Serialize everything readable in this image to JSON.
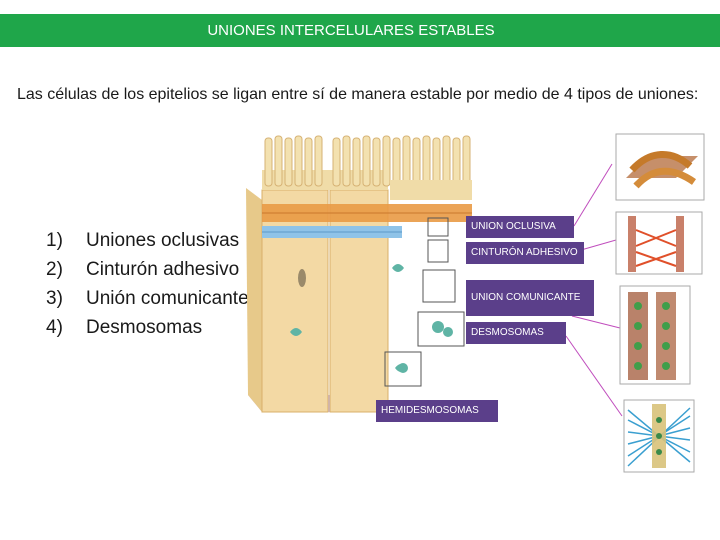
{
  "header": {
    "title": "UNIONES INTERCELULARES ESTABLES"
  },
  "intro": {
    "text": "Las células de los epitelios se ligan entre sí de manera estable por medio de 4 tipos de uniones:"
  },
  "list": {
    "items": [
      {
        "num": "1)",
        "label": "Uniones oclusivas"
      },
      {
        "num": "2)",
        "label": "Cinturón adhesivo"
      },
      {
        "num": "3)",
        "label": "Unión comunicante"
      },
      {
        "num": "4)",
        "label": "Desmosomas"
      }
    ]
  },
  "diagram": {
    "labels": {
      "oclusiva": "UNION OCLUSIVA",
      "cinturon": "CINTURÓN ADHESIVO",
      "comunicante": "UNION COMUNICANTE",
      "desmosomas": "DESMOSOMAS",
      "hemidesmosomas": "HEMIDESMOSOMAS"
    }
  },
  "colors": {
    "header_bg": "#1fa64a",
    "label_bg": "#5b3f8a",
    "connector": "#c04dbd"
  }
}
